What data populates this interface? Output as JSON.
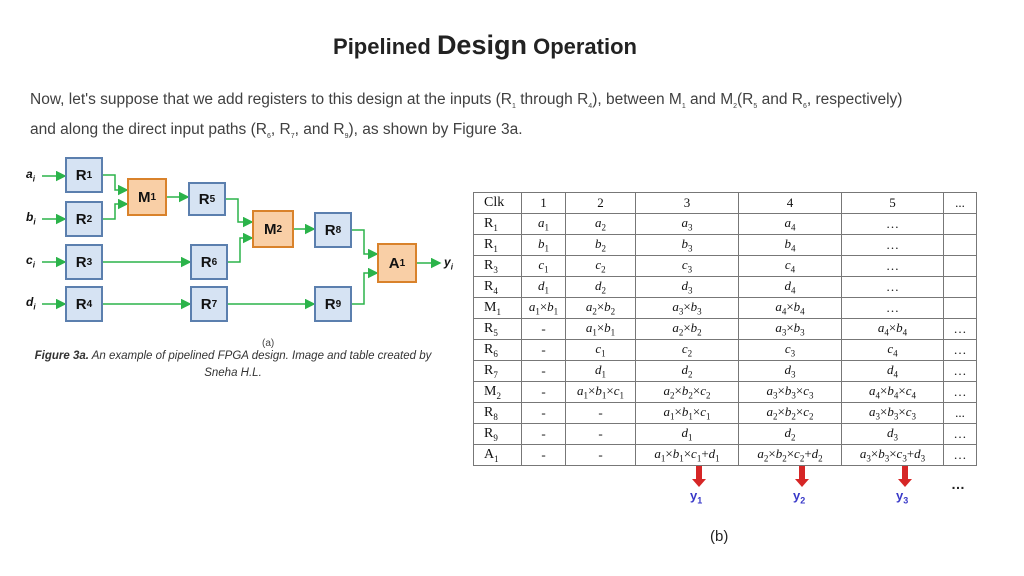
{
  "title": {
    "pre": "Pipelined ",
    "big": "Design",
    "post": " Operation"
  },
  "intro": {
    "parts": [
      "Now, let's suppose that we add registers to this design at the inputs (R",
      "1",
      " through R",
      "4",
      "), between M",
      "1",
      " and M",
      "2",
      "(R",
      "5",
      " and R",
      "6",
      ", respectively) and along the direct input paths (R",
      "6",
      ", R",
      "7",
      ", and R",
      "9",
      "), as shown by Figure 3a."
    ]
  },
  "diagram": {
    "inputs": [
      {
        "letter": "a",
        "sub": "i"
      },
      {
        "letter": "b",
        "sub": "i"
      },
      {
        "letter": "c",
        "sub": "i"
      },
      {
        "letter": "d",
        "sub": "i"
      }
    ],
    "output": {
      "letter": "y",
      "sub": "i"
    },
    "blocks": [
      {
        "id": "R1",
        "base": "R",
        "sub": "1",
        "kind": "reg"
      },
      {
        "id": "R2",
        "base": "R",
        "sub": "2",
        "kind": "reg"
      },
      {
        "id": "R3",
        "base": "R",
        "sub": "3",
        "kind": "reg"
      },
      {
        "id": "R4",
        "base": "R",
        "sub": "4",
        "kind": "reg"
      },
      {
        "id": "M1",
        "base": "M",
        "sub": "1",
        "kind": "op"
      },
      {
        "id": "R5",
        "base": "R",
        "sub": "5",
        "kind": "reg"
      },
      {
        "id": "R6",
        "base": "R",
        "sub": "6",
        "kind": "reg"
      },
      {
        "id": "R7",
        "base": "R",
        "sub": "7",
        "kind": "reg"
      },
      {
        "id": "M2",
        "base": "M",
        "sub": "2",
        "kind": "op"
      },
      {
        "id": "R8",
        "base": "R",
        "sub": "8",
        "kind": "reg"
      },
      {
        "id": "R9",
        "base": "R",
        "sub": "9",
        "kind": "reg"
      },
      {
        "id": "A1",
        "base": "A",
        "sub": "1",
        "kind": "op"
      }
    ],
    "figure_label": "(a)"
  },
  "caption": {
    "bold": "Figure 3a.",
    "text": " An example of pipelined FPGA design. Image and table created by Sneha H.L."
  },
  "table": {
    "header": [
      "Clk",
      "1",
      "2",
      "3",
      "4",
      "5",
      "..."
    ],
    "rows": [
      {
        "label": "R|1",
        "cells": [
          "a|1",
          "a|2",
          "a|3",
          "a|4",
          "…",
          ""
        ]
      },
      {
        "label": "R|1",
        "cells": [
          "b|1",
          "b|2",
          "b|3",
          "b|4",
          "…",
          ""
        ]
      },
      {
        "label": "R|3",
        "cells": [
          "c|1",
          "c|2",
          "c|3",
          "c|4",
          "…",
          ""
        ]
      },
      {
        "label": "R|4",
        "cells": [
          "d|1",
          "d|2",
          "d|3",
          "d|4",
          "…",
          ""
        ]
      },
      {
        "label": "M|1",
        "cells": [
          "a|1×b|1",
          "a|2×b|2",
          "a|3×b|3",
          "a|4×b|4",
          "…",
          ""
        ]
      },
      {
        "label": "R|5",
        "cells": [
          "-",
          "a|1×b|1",
          "a|2×b|2",
          "a|3×b|3",
          "a|4×b|4",
          "…"
        ]
      },
      {
        "label": "R|6",
        "cells": [
          "-",
          "c|1",
          "c|2",
          "c|3",
          "c|4",
          "…"
        ]
      },
      {
        "label": "R|7",
        "cells": [
          "-",
          "d|1",
          "d|2",
          "d|3",
          "d|4",
          "…"
        ]
      },
      {
        "label": "M|2",
        "cells": [
          "-",
          "a|1×b|1×c|1",
          "a|2×b|2×c|2",
          "a|3×b|3×c|3",
          "a|4×b|4×c|4",
          "…"
        ]
      },
      {
        "label": "R|8",
        "cells": [
          "-",
          "-",
          "a|1×b|1×c|1",
          "a|2×b|2×c|2",
          "a|3×b|3×c|3",
          "..."
        ]
      },
      {
        "label": "R|9",
        "cells": [
          "-",
          "-",
          "d|1",
          "d|2",
          "d|3",
          "…"
        ]
      },
      {
        "label": "A|1",
        "cells": [
          "-",
          "-",
          "a|1×b|1×c|1+d|1",
          "a|2×b|2×c|2+d|2",
          "a|3×b|3×c|3+d|3",
          "…"
        ]
      }
    ]
  },
  "outputs": [
    {
      "letter": "y",
      "sub": "1"
    },
    {
      "letter": "y",
      "sub": "2"
    },
    {
      "letter": "y",
      "sub": "3"
    }
  ],
  "outputs_more": "…",
  "figure_b_label": "(b)",
  "colors": {
    "register_fill": "#d6e3f3",
    "register_border": "#5b7fae",
    "operator_fill": "#f9cfa6",
    "operator_border": "#d9822b",
    "wire": "#2bb34a",
    "output_arrow": "#d62626",
    "output_label": "#3838c8"
  }
}
